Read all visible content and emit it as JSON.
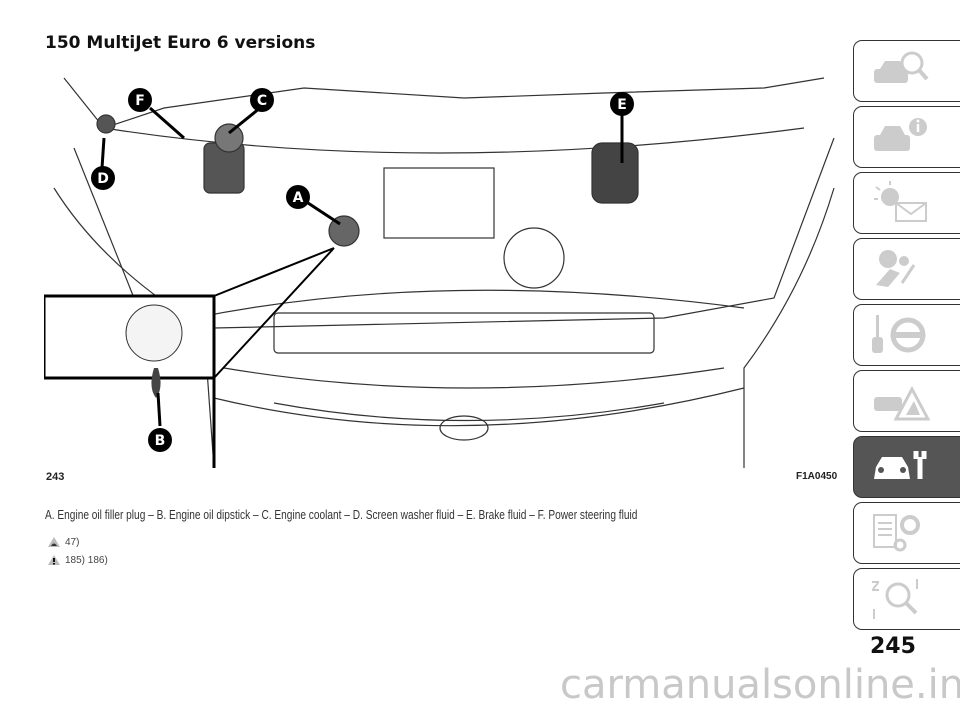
{
  "section_title": "150 MultiJet Euro 6 versions",
  "figure": {
    "number": "243",
    "code": "F1A0450",
    "labels": [
      "A",
      "B",
      "C",
      "D",
      "E",
      "F"
    ]
  },
  "caption": "A. Engine oil filler plug – B. Engine oil dipstick – C. Engine coolant – D. Screen washer fluid – E. Brake fluid – F. Power steering fluid",
  "references": [
    {
      "icon": "environment-warning-icon",
      "text": "47)"
    },
    {
      "icon": "danger-warning-icon",
      "text": "185) 186)"
    }
  ],
  "tabs": [
    {
      "name": "getting-to-know-car",
      "icon": "car-magnifier-icon"
    },
    {
      "name": "instrument-panel",
      "icon": "car-info-icon"
    },
    {
      "name": "safety-lights",
      "icon": "warning-light-envelope-icon"
    },
    {
      "name": "safety",
      "icon": "airbag-seat-icon"
    },
    {
      "name": "starting-driving",
      "icon": "key-steering-wheel-icon"
    },
    {
      "name": "emergency",
      "icon": "car-warning-triangle-icon"
    },
    {
      "name": "servicing-care",
      "icon": "car-wrench-icon",
      "active": true
    },
    {
      "name": "technical-data",
      "icon": "list-gears-icon"
    },
    {
      "name": "index",
      "icon": "alphabet-magnifier-icon"
    }
  ],
  "page_number": "245",
  "watermark": "carmanualsonline.info"
}
